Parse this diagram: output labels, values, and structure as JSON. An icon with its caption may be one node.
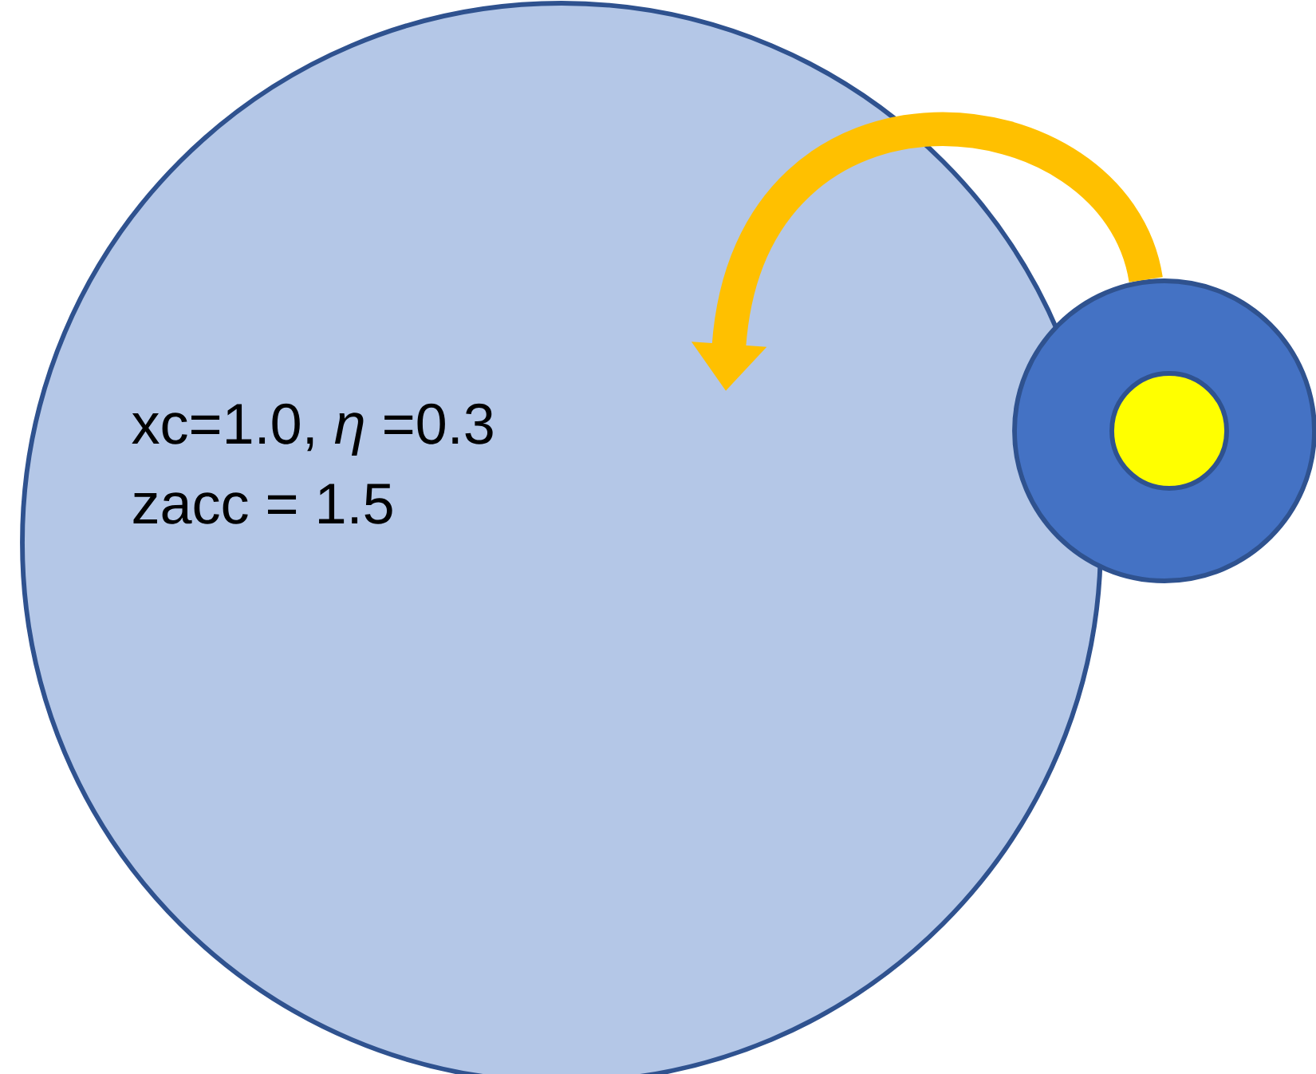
{
  "diagram": {
    "nodes": [
      {
        "text": [
          "xc=1.0, *η* =0.3",
          "zacc = 1.5"
        ]
      },
      {
        "text": [],
        "shape": "circle"
      },
      {
        "text": [],
        "shape": "circle",
        "in": 1
      }
    ],
    "edges": [
      {
        "from": 1,
        "to": 0,
        "arrow": "to",
        "color": "#ffc000"
      }
    ]
  }
}
